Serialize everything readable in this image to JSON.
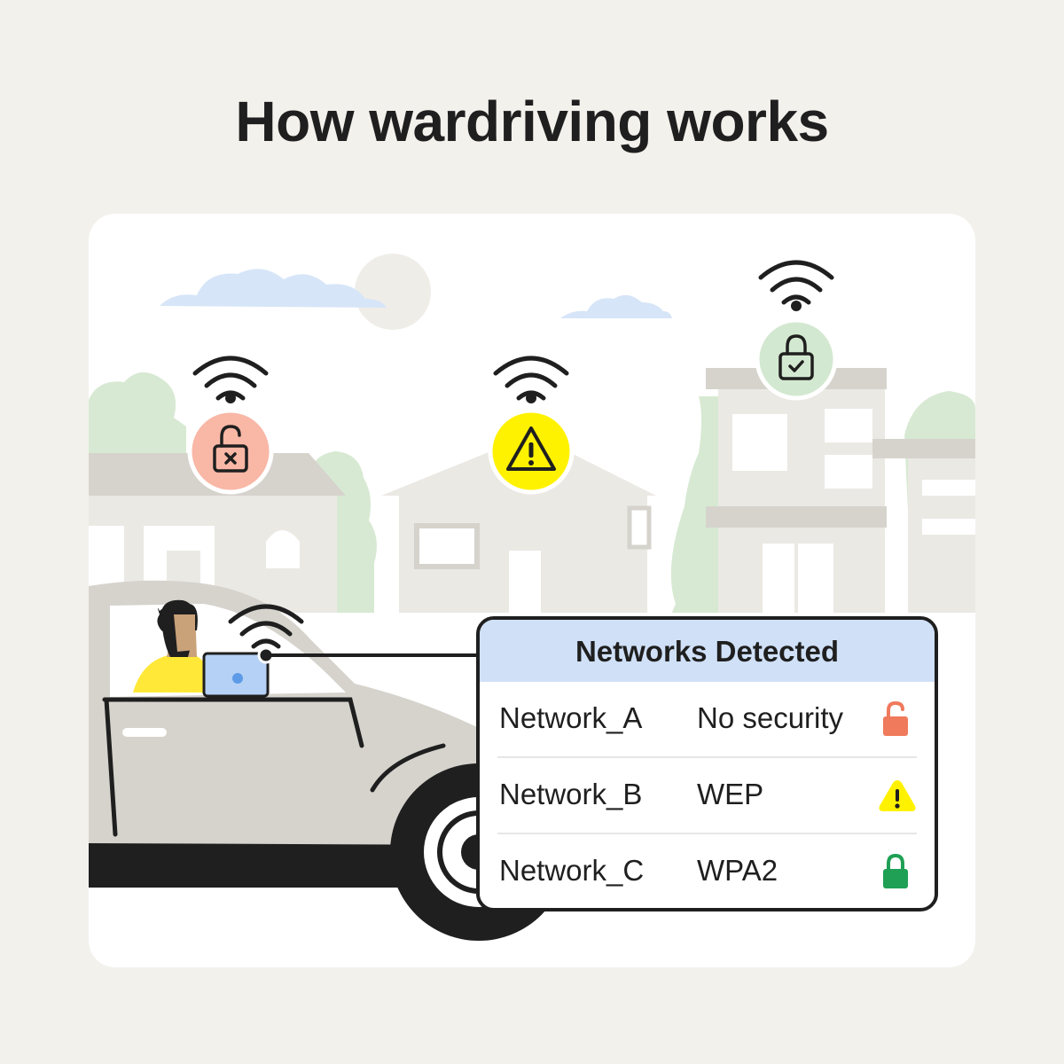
{
  "title": "How wardriving works",
  "panel": {
    "header": "Networks Detected",
    "rows": [
      {
        "name": "Network_A",
        "security": "No security",
        "status_icon": "unlocked-padlock-icon",
        "status_color": "#f07a5c"
      },
      {
        "name": "Network_B",
        "security": "WEP",
        "status_icon": "warning-icon",
        "status_color": "#fff200"
      },
      {
        "name": "Network_C",
        "security": "WPA2",
        "status_icon": "locked-padlock-icon",
        "status_color": "#1fa055"
      }
    ]
  },
  "access_points": [
    {
      "icon": "unlocked-padlock-icon",
      "badge_color": "#f9b7a6"
    },
    {
      "icon": "warning-icon",
      "badge_color": "#fff200"
    },
    {
      "icon": "locked-padlock-check-icon",
      "badge_color": "#d3e8d0"
    }
  ],
  "colors": {
    "background": "#f3f1ec",
    "panel_header": "#cfe0f7",
    "house": "#d6d3cd",
    "tree": "#d7e9d2",
    "car_body": "#d6d3cd",
    "shirt": "#ffe838",
    "laptop": "#b5d1f5"
  }
}
